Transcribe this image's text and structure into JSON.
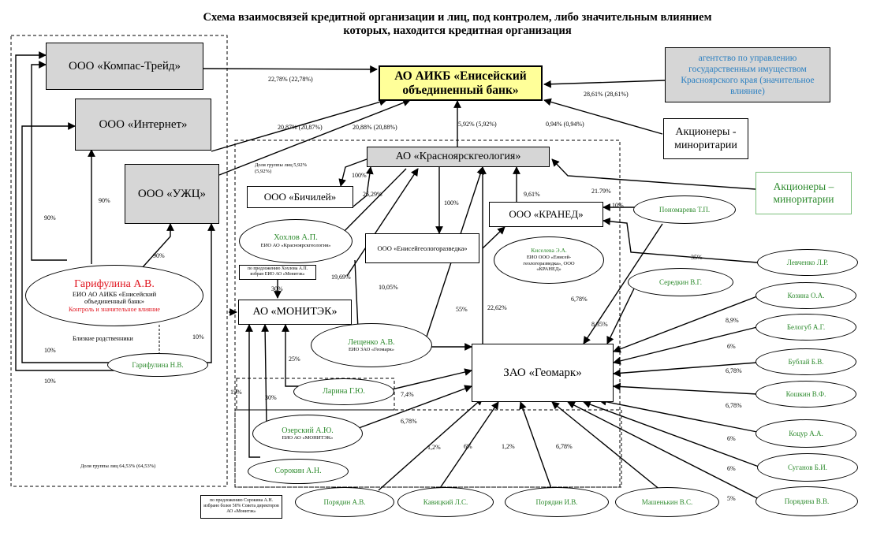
{
  "title": "Схема взаимосвязей кредитной организации и лиц, под контролем, либо значительным влиянием которых, находится кредитная организация",
  "colors": {
    "gray_fill": "#d6d6d6",
    "bank_fill": "#ffff99",
    "person_green": "#2e8b2e",
    "control_red": "#e0141e",
    "agency_blue": "#2a7fc1"
  },
  "nodes": {
    "bank": "АО АИКБ «Енисейский объединенный банк»",
    "kompas": "ООО «Компас-Трейд»",
    "internet": "ООО «Интернет»",
    "uzhc": "ООО «УЖЦ»",
    "agency": "агентство по управлению государственным имуществом Красноярского края (значительное влияние)",
    "minority1": "Акционеры - миноритарии",
    "minority2": "Акционеры – миноритарии",
    "krasgeo": "АО «Красноярскгеология»",
    "bichiley": "ООО «Бичилей»",
    "kraned": "ООО «КРАНЕД»",
    "eniseigeo": "ООО «Енисейгеологоразведка»",
    "monitek": "АО «МОНИТЭК»",
    "geomark": "ЗАО «Геомарк»",
    "garifulina_name": "Гарифулина А.В.",
    "garifulina_role": "ЕИО АО АИКБ «Енисейский объединенный банк»",
    "garifulina_ctrl": "Контроль и значительное влияние",
    "garifulina_nv": "Гарифулина Н.В.",
    "khokhlov_name": "Хохлов А.П.",
    "khokhlov_role": "ЕИО АО «Красноярскгеология»",
    "kiseleva_name": "Киселева Э.А.",
    "kiseleva_role": "ЕИО ООО «Енисей- геологоразведка», ООО «КРАНЕД»",
    "ponomareva": "Пономарева Т.П.",
    "levchenko": "Левченко Л.Р.",
    "seredkin": "Середкин В.Г.",
    "kozina": "Козина О.А.",
    "belogub": "Белогуб А.Г.",
    "bublay": "Бублай Б.В.",
    "koshkin": "Кошкин В.Ф.",
    "kotsur": "Коцур А.А.",
    "suganov": "Суганов Б.И.",
    "poryadina": "Порядина В.В.",
    "mashenkin": "Машенькин В.С.",
    "poryadin_iv": "Порядин И.В.",
    "kavitsky": "Кавицкий Л.С.",
    "poryadin_av": "Порядин А.В.",
    "leshchenko_name": "Лещенко А.В.",
    "leshchenko_role": "ЕИО ЗАО «Геомарк»",
    "larina": "Ларина Г.Ю.",
    "ozersky_name": "Озерский А.Ю.",
    "ozersky_role": "ЕИО АО «МОНИТЭК»",
    "sorokin": "Сорокин А.Н."
  },
  "notes": {
    "khokhlov_note": "по предложению Хохлова А.П. избран ЕИО АО «Монитэк»",
    "sorokin_note": "по предложению Сорокина А.Н. избрано более 50% Совета директоров АО «Монитэк»",
    "close_relatives": "Близкие родственники",
    "group_share": "Доля группы лиц 64,53% (64,53%)",
    "group_share2": "Доля группы лиц 5,92% (5,92%)"
  },
  "labels": {
    "l1": "22,78% (22,78%)",
    "l2": "28,61% (28,61%)",
    "l3": "20,87% (20,87%)",
    "l4": "20,88% (20,88%)",
    "l5": "5,92% (5,92%)",
    "l6": "0,94% (0,94%)",
    "l7": "100%",
    "l8": "26,29%",
    "l9": "100%",
    "l10": "9,61%",
    "l11": "21.79%",
    "l12": "10%",
    "l13": "35%",
    "l14": "19,69%",
    "l15": "10,05%",
    "l16": "55%",
    "l17": "22,62%",
    "l18": "6,78%",
    "l19": "8,35%",
    "l20": "8,9%",
    "l21": "6%",
    "l22": "6,78%",
    "l23": "6,78%",
    "l24": "6%",
    "l25": "6%",
    "l26": "5%",
    "l27": "6,78%",
    "l28": "1,2%",
    "l29": "6%",
    "l30": "1,2%",
    "l31": "6,78%",
    "l32": "7,4%",
    "l33": "25%",
    "l34": "30%",
    "l35": "15%",
    "l36": "30%",
    "l37": "90%",
    "l38": "90%",
    "l39": "90%",
    "l40": "10%",
    "l41": "10%",
    "l42": "10%"
  }
}
